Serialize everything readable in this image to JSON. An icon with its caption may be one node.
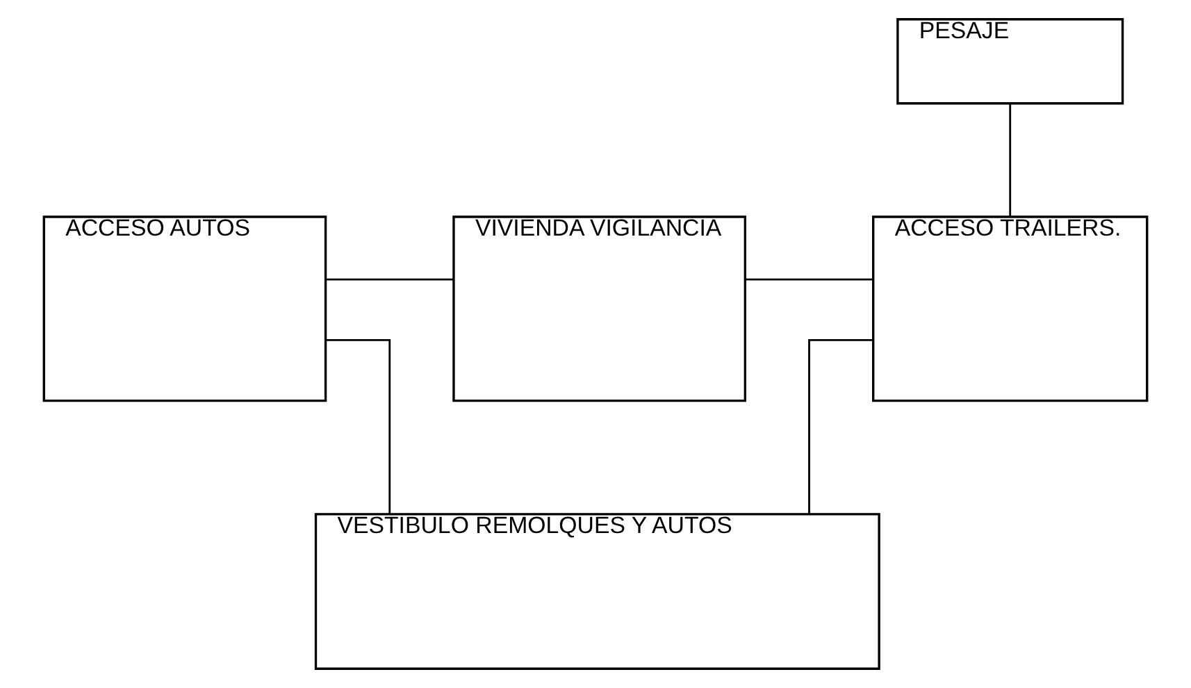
{
  "diagram": {
    "nodes": [
      {
        "text": [
          "PESAJE"
        ]
      },
      {
        "text": [
          "ACCESO AUTOS"
        ]
      },
      {
        "text": [
          "VIVIENDA VIGILANCIA"
        ]
      },
      {
        "text": [
          "ACCESO TRAILERS."
        ]
      },
      {
        "text": [
          "VESTIBULO REMOLQUES Y AUTOS"
        ]
      }
    ],
    "edges": [
      {
        "from": 1,
        "to": 2,
        "arrow": "none"
      },
      {
        "from": 2,
        "to": 3,
        "arrow": "none"
      },
      {
        "from": 0,
        "to": 3,
        "arrow": "none"
      },
      {
        "from": 1,
        "to": 4,
        "arrow": "none"
      },
      {
        "from": 3,
        "to": 4,
        "arrow": "none"
      }
    ]
  }
}
